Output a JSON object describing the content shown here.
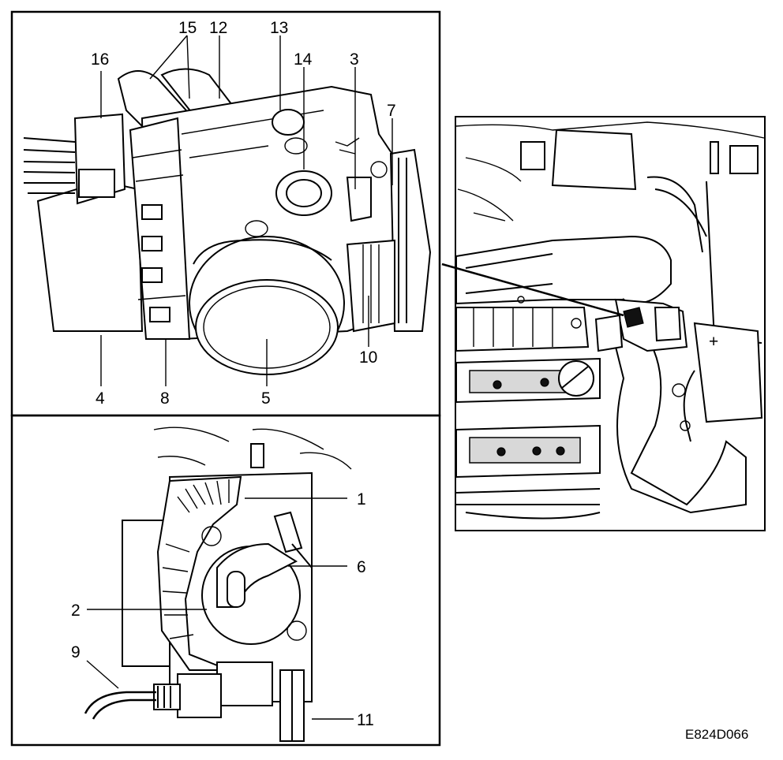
{
  "figure_code": "E824D066",
  "callouts": {
    "c1": "1",
    "c2": "2",
    "c3": "3",
    "c4": "4",
    "c5": "5",
    "c6": "6",
    "c7": "7",
    "c8": "8",
    "c9": "9",
    "c10": "10",
    "c11": "11",
    "c12": "12",
    "c13": "13",
    "c14": "14",
    "c15": "15",
    "c16": "16"
  },
  "battery_symbol": "+"
}
